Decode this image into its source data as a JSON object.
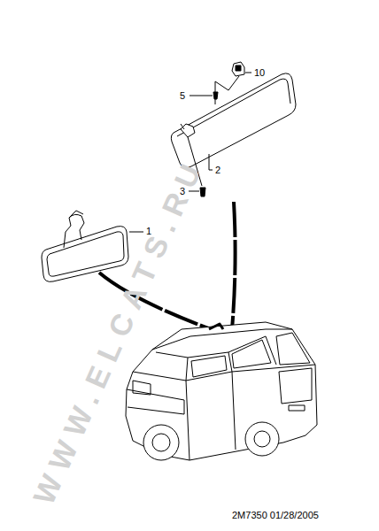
{
  "diagram": {
    "labels": [
      "1",
      "2",
      "3",
      "5",
      "10",
      "WWW.ELCATS.RU",
      "2M7350 01/28/2005"
    ]
  }
}
